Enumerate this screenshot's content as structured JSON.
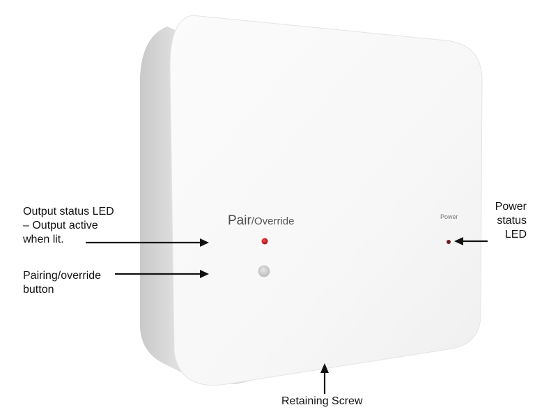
{
  "device": {
    "pair_label": "Pair",
    "override_label": "/Override",
    "power_label": "Power"
  },
  "callouts": {
    "output_led": [
      "Output status LED",
      "– Output active",
      "when lit."
    ],
    "pairing_button": [
      "Pairing/override",
      "button"
    ],
    "power_led": [
      "Power",
      "status",
      "LED"
    ],
    "retaining_screw": "Retaining Screw"
  },
  "colors": {
    "output_led": "#c0141a",
    "power_led": "#6e1e22",
    "button": "#d2d2d2",
    "arrow": "#111111"
  }
}
